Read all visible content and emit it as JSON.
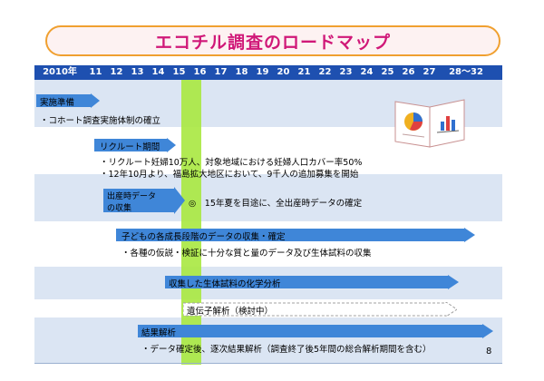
{
  "title": "エコチル調査のロードマップ",
  "years": [
    "2010年",
    "11",
    "12",
    "13",
    "14",
    "15",
    "16",
    "17",
    "18",
    "19",
    "20",
    "21",
    "22",
    "23",
    "24",
    "25",
    "26",
    "27",
    "28～32"
  ],
  "rows": {
    "preparation_label": "実施準備",
    "preparation_text": "・コホート調査実施体制の確立",
    "recruit_label": "リクルート期間",
    "recruit_text1": "・リクルート妊婦10万人、対象地域における妊婦人口カバー率50%",
    "recruit_text2": "・12年10月より、福島拡大地区において、9千人の追加募集を開始",
    "birth_label_line1": "出産時データ",
    "birth_label_line2": "の収集",
    "birth_text": "◎　15年夏を目途に、全出産時データの確定",
    "stage_label": "子どもの各成長段階のデータの収集・確定",
    "stage_text": "・各種の仮説・検証に十分な質と量のデータ及び生体試料の収集",
    "chem_label": "収集した生体試料の化学分析",
    "genetic_label": "遺伝子解析（検討中）",
    "result_label": "結果解析",
    "result_text": "・データ確定後、逐次結果解析（調査終了後5年間の総合解析期間を含む）"
  },
  "page_number": "8",
  "colors": {
    "title_text": "#d01878",
    "title_border": "#f0a030",
    "header_bg": "#1e50b0",
    "arrow_fill": "#3f86d8",
    "highlight_column": "#a8e840",
    "band_light": "#dbe5f3"
  },
  "icons": {
    "illustration": "book-chart-icon"
  }
}
